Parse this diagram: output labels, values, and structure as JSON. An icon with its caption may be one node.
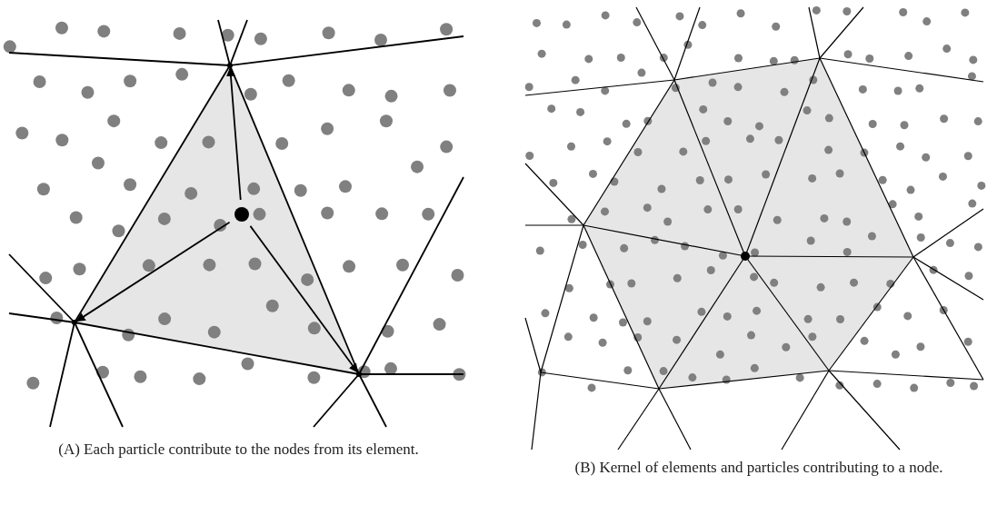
{
  "diagram": {
    "nodes": [
      {
        "text": [],
        "shape": "circle"
      },
      {
        "text": [],
        "shape": "circle"
      },
      {
        "text": [],
        "shape": "circle"
      },
      {
        "text": [],
        "shape": "circle"
      },
      {
        "text": [],
        "shape": "circle"
      }
    ],
    "edges": [
      {
        "from": 0,
        "to": 1,
        "arrow": "to"
      },
      {
        "from": 0,
        "to": 2,
        "arrow": "to"
      },
      {
        "from": 0,
        "to": 3,
        "arrow": "to"
      }
    ],
    "labels": [
      "(A) Each particle contribute to the nodes from its element.",
      "(B) Kernel of elements and particles contributing to a node."
    ]
  }
}
